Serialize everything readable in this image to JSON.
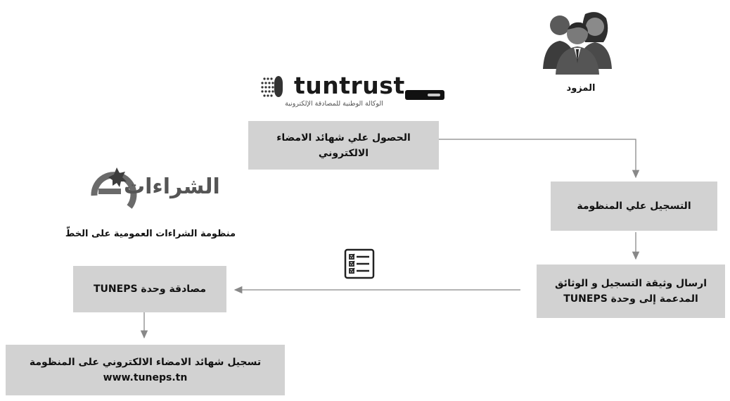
{
  "supplier": {
    "caption": "المزود",
    "icon": "users-group-icon"
  },
  "tuntrust": {
    "brand": "tuntrust",
    "subtitle": "الوكالة الوطنية للمصادقة الإلكترونية",
    "icon": "usb-token-icon"
  },
  "shiraa": {
    "logo_text": "الشراءات",
    "caption": "منظومة الشراءات العمومية على الخطّ"
  },
  "checklist": {
    "icon": "checklist-icon"
  },
  "steps": {
    "obtain_certificate": {
      "line1": "الحصول علي شهائد الامضاء",
      "line2": "الالكتروني"
    },
    "register": {
      "line1": "التسجيل علي المنظومة"
    },
    "send_docs": {
      "line1": "ارسال وثيقة التسجيل و الوثائق",
      "line2": "المدعمة إلى وحدة TUNEPS"
    },
    "validate": {
      "line1": "مصادقة وحدة TUNEPS"
    },
    "register_certificate": {
      "line1": "تسجيل شهائد الامضاء الالكتروني على المنظومة",
      "line2": "www.tuneps.tn"
    }
  },
  "colors": {
    "box": "#d2d2d2",
    "arrow": "#888888"
  }
}
